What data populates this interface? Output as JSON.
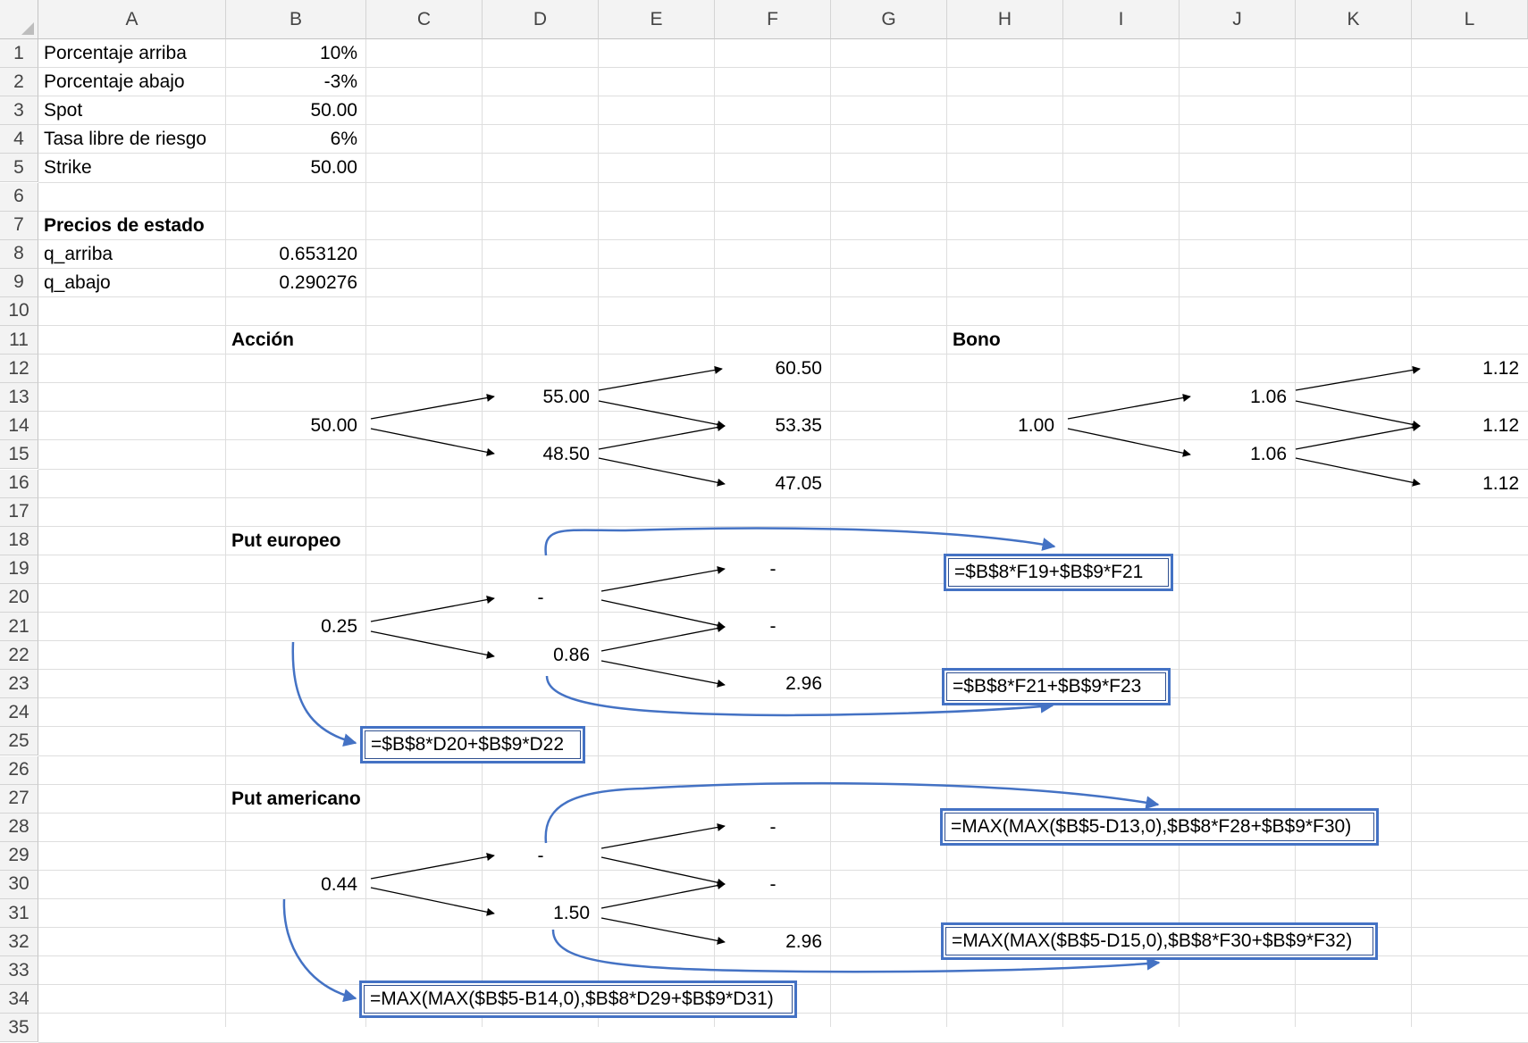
{
  "columns": [
    "A",
    "B",
    "C",
    "D",
    "E",
    "F",
    "G",
    "H",
    "I",
    "J",
    "K",
    "L"
  ],
  "rows": [
    "1",
    "2",
    "3",
    "4",
    "5",
    "6",
    "7",
    "8",
    "9",
    "10",
    "11",
    "12",
    "13",
    "14",
    "15",
    "16",
    "17",
    "18",
    "19",
    "20",
    "21",
    "22",
    "23",
    "24",
    "25",
    "26",
    "27",
    "28",
    "29",
    "30",
    "31",
    "32",
    "33",
    "34",
    "35"
  ],
  "cells": [
    {
      "id": "A1",
      "text": "Porcentaje arriba"
    },
    {
      "id": "B1",
      "text": "10%"
    },
    {
      "id": "A2",
      "text": "Porcentaje abajo"
    },
    {
      "id": "B2",
      "text": "-3%"
    },
    {
      "id": "A3",
      "text": "Spot"
    },
    {
      "id": "B3",
      "text": "50.00"
    },
    {
      "id": "A4",
      "text": "Tasa libre de riesgo"
    },
    {
      "id": "B4",
      "text": "6%"
    },
    {
      "id": "A5",
      "text": "Strike"
    },
    {
      "id": "B5",
      "text": "50.00"
    },
    {
      "id": "A7",
      "text": "Precios de estado"
    },
    {
      "id": "A8",
      "text": "q_arriba"
    },
    {
      "id": "B8",
      "text": "0.653120"
    },
    {
      "id": "A9",
      "text": "q_abajo"
    },
    {
      "id": "B9",
      "text": "0.290276"
    },
    {
      "id": "B11",
      "text": "Acción"
    },
    {
      "id": "H11",
      "text": "Bono"
    },
    {
      "id": "F12",
      "text": "60.50"
    },
    {
      "id": "D13",
      "text": "55.00"
    },
    {
      "id": "B14",
      "text": "50.00"
    },
    {
      "id": "F14",
      "text": "53.35"
    },
    {
      "id": "D15",
      "text": "48.50"
    },
    {
      "id": "F16",
      "text": "47.05"
    },
    {
      "id": "L12",
      "text": "1.12"
    },
    {
      "id": "J13",
      "text": "1.06"
    },
    {
      "id": "H14",
      "text": "1.00"
    },
    {
      "id": "L14",
      "text": "1.12"
    },
    {
      "id": "J15",
      "text": "1.06"
    },
    {
      "id": "L16",
      "text": "1.12"
    },
    {
      "id": "B18",
      "text": "Put europeo"
    },
    {
      "id": "F19",
      "text": "-"
    },
    {
      "id": "D20",
      "text": "-"
    },
    {
      "id": "B21",
      "text": "0.25"
    },
    {
      "id": "F21",
      "text": "-"
    },
    {
      "id": "D22",
      "text": "0.86"
    },
    {
      "id": "F23",
      "text": "2.96"
    },
    {
      "id": "B27",
      "text": "Put americano"
    },
    {
      "id": "F28",
      "text": "-"
    },
    {
      "id": "D29",
      "text": "-"
    },
    {
      "id": "B30",
      "text": "0.44"
    },
    {
      "id": "F30",
      "text": "-"
    },
    {
      "id": "D31",
      "text": "1.50"
    },
    {
      "id": "F32",
      "text": "2.96"
    }
  ],
  "formula_notes": [
    {
      "id": "note-f19",
      "text": "=$B$8*F19+$B$9*F21"
    },
    {
      "id": "note-f23",
      "text": "=$B$8*F21+$B$9*F23"
    },
    {
      "id": "note-d20",
      "text": "=$B$8*D20+$B$9*D22"
    },
    {
      "id": "note-f28",
      "text": "=MAX(MAX($B$5-D13,0),$B$8*F28+$B$9*F30)"
    },
    {
      "id": "note-f32",
      "text": "=MAX(MAX($B$5-D15,0),$B$8*F30+$B$9*F32)"
    },
    {
      "id": "note-b14",
      "text": "=MAX(MAX($B$5-B14,0),$B$8*D29+$B$9*D31)"
    }
  ],
  "colors": {
    "callout_border": "#4472c4",
    "gridline": "#dedede",
    "header_bg": "#f3f3f3"
  }
}
